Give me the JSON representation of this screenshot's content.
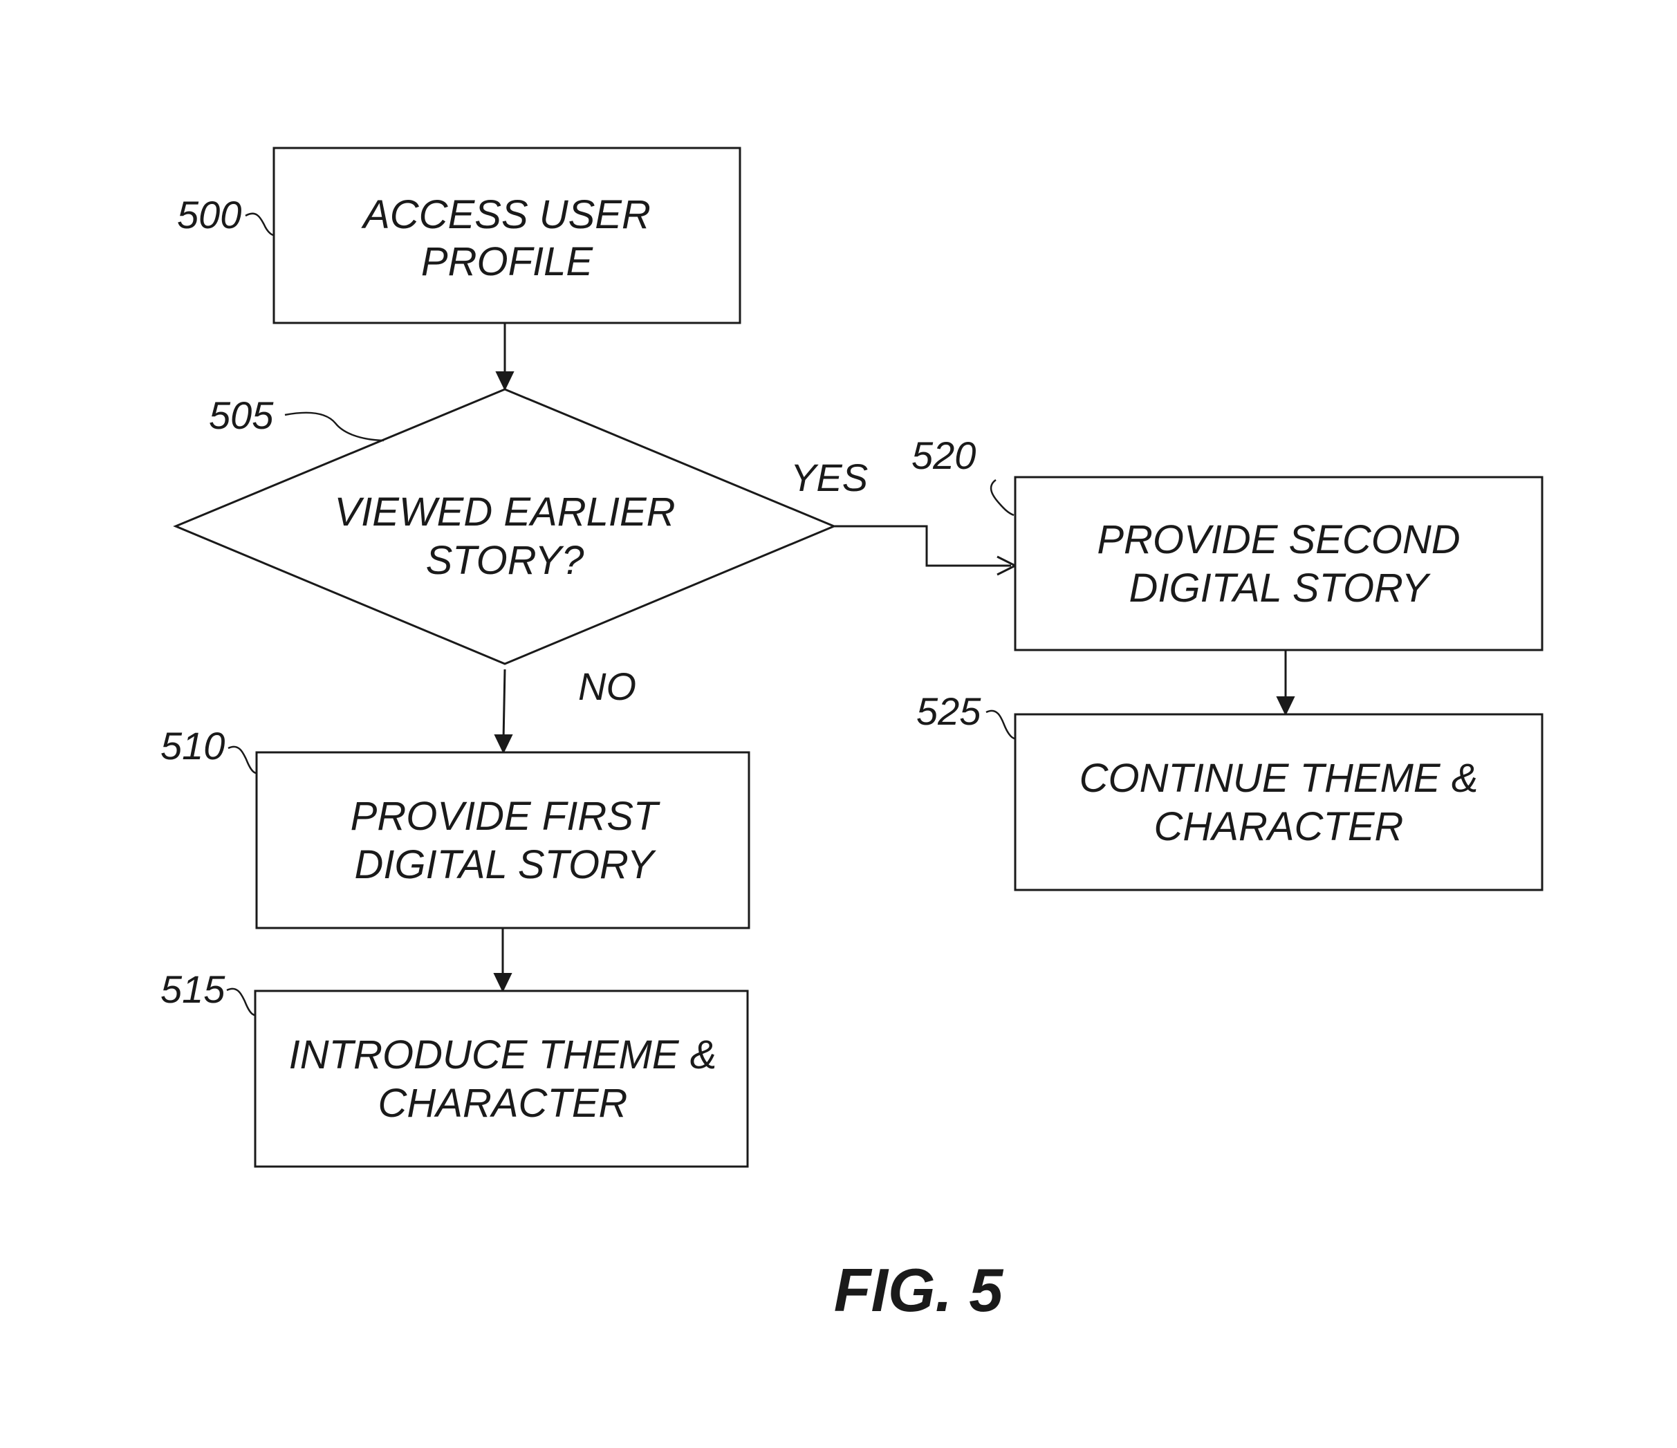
{
  "figure": {
    "label": "FIG. 5"
  },
  "nodes": {
    "n500": {
      "ref": "500",
      "line1": "ACCESS USER",
      "line2": "PROFILE"
    },
    "n505": {
      "ref": "505",
      "line1": "VIEWED EARLIER",
      "line2": "STORY?"
    },
    "n510": {
      "ref": "510",
      "line1": "PROVIDE FIRST",
      "line2": "DIGITAL STORY"
    },
    "n515": {
      "ref": "515",
      "line1": "INTRODUCE THEME &",
      "line2": "CHARACTER"
    },
    "n520": {
      "ref": "520",
      "line1": "PROVIDE SECOND",
      "line2": "DIGITAL STORY"
    },
    "n525": {
      "ref": "525",
      "line1": "CONTINUE THEME &",
      "line2": "CHARACTER"
    }
  },
  "branches": {
    "yes": "YES",
    "no": "NO"
  }
}
